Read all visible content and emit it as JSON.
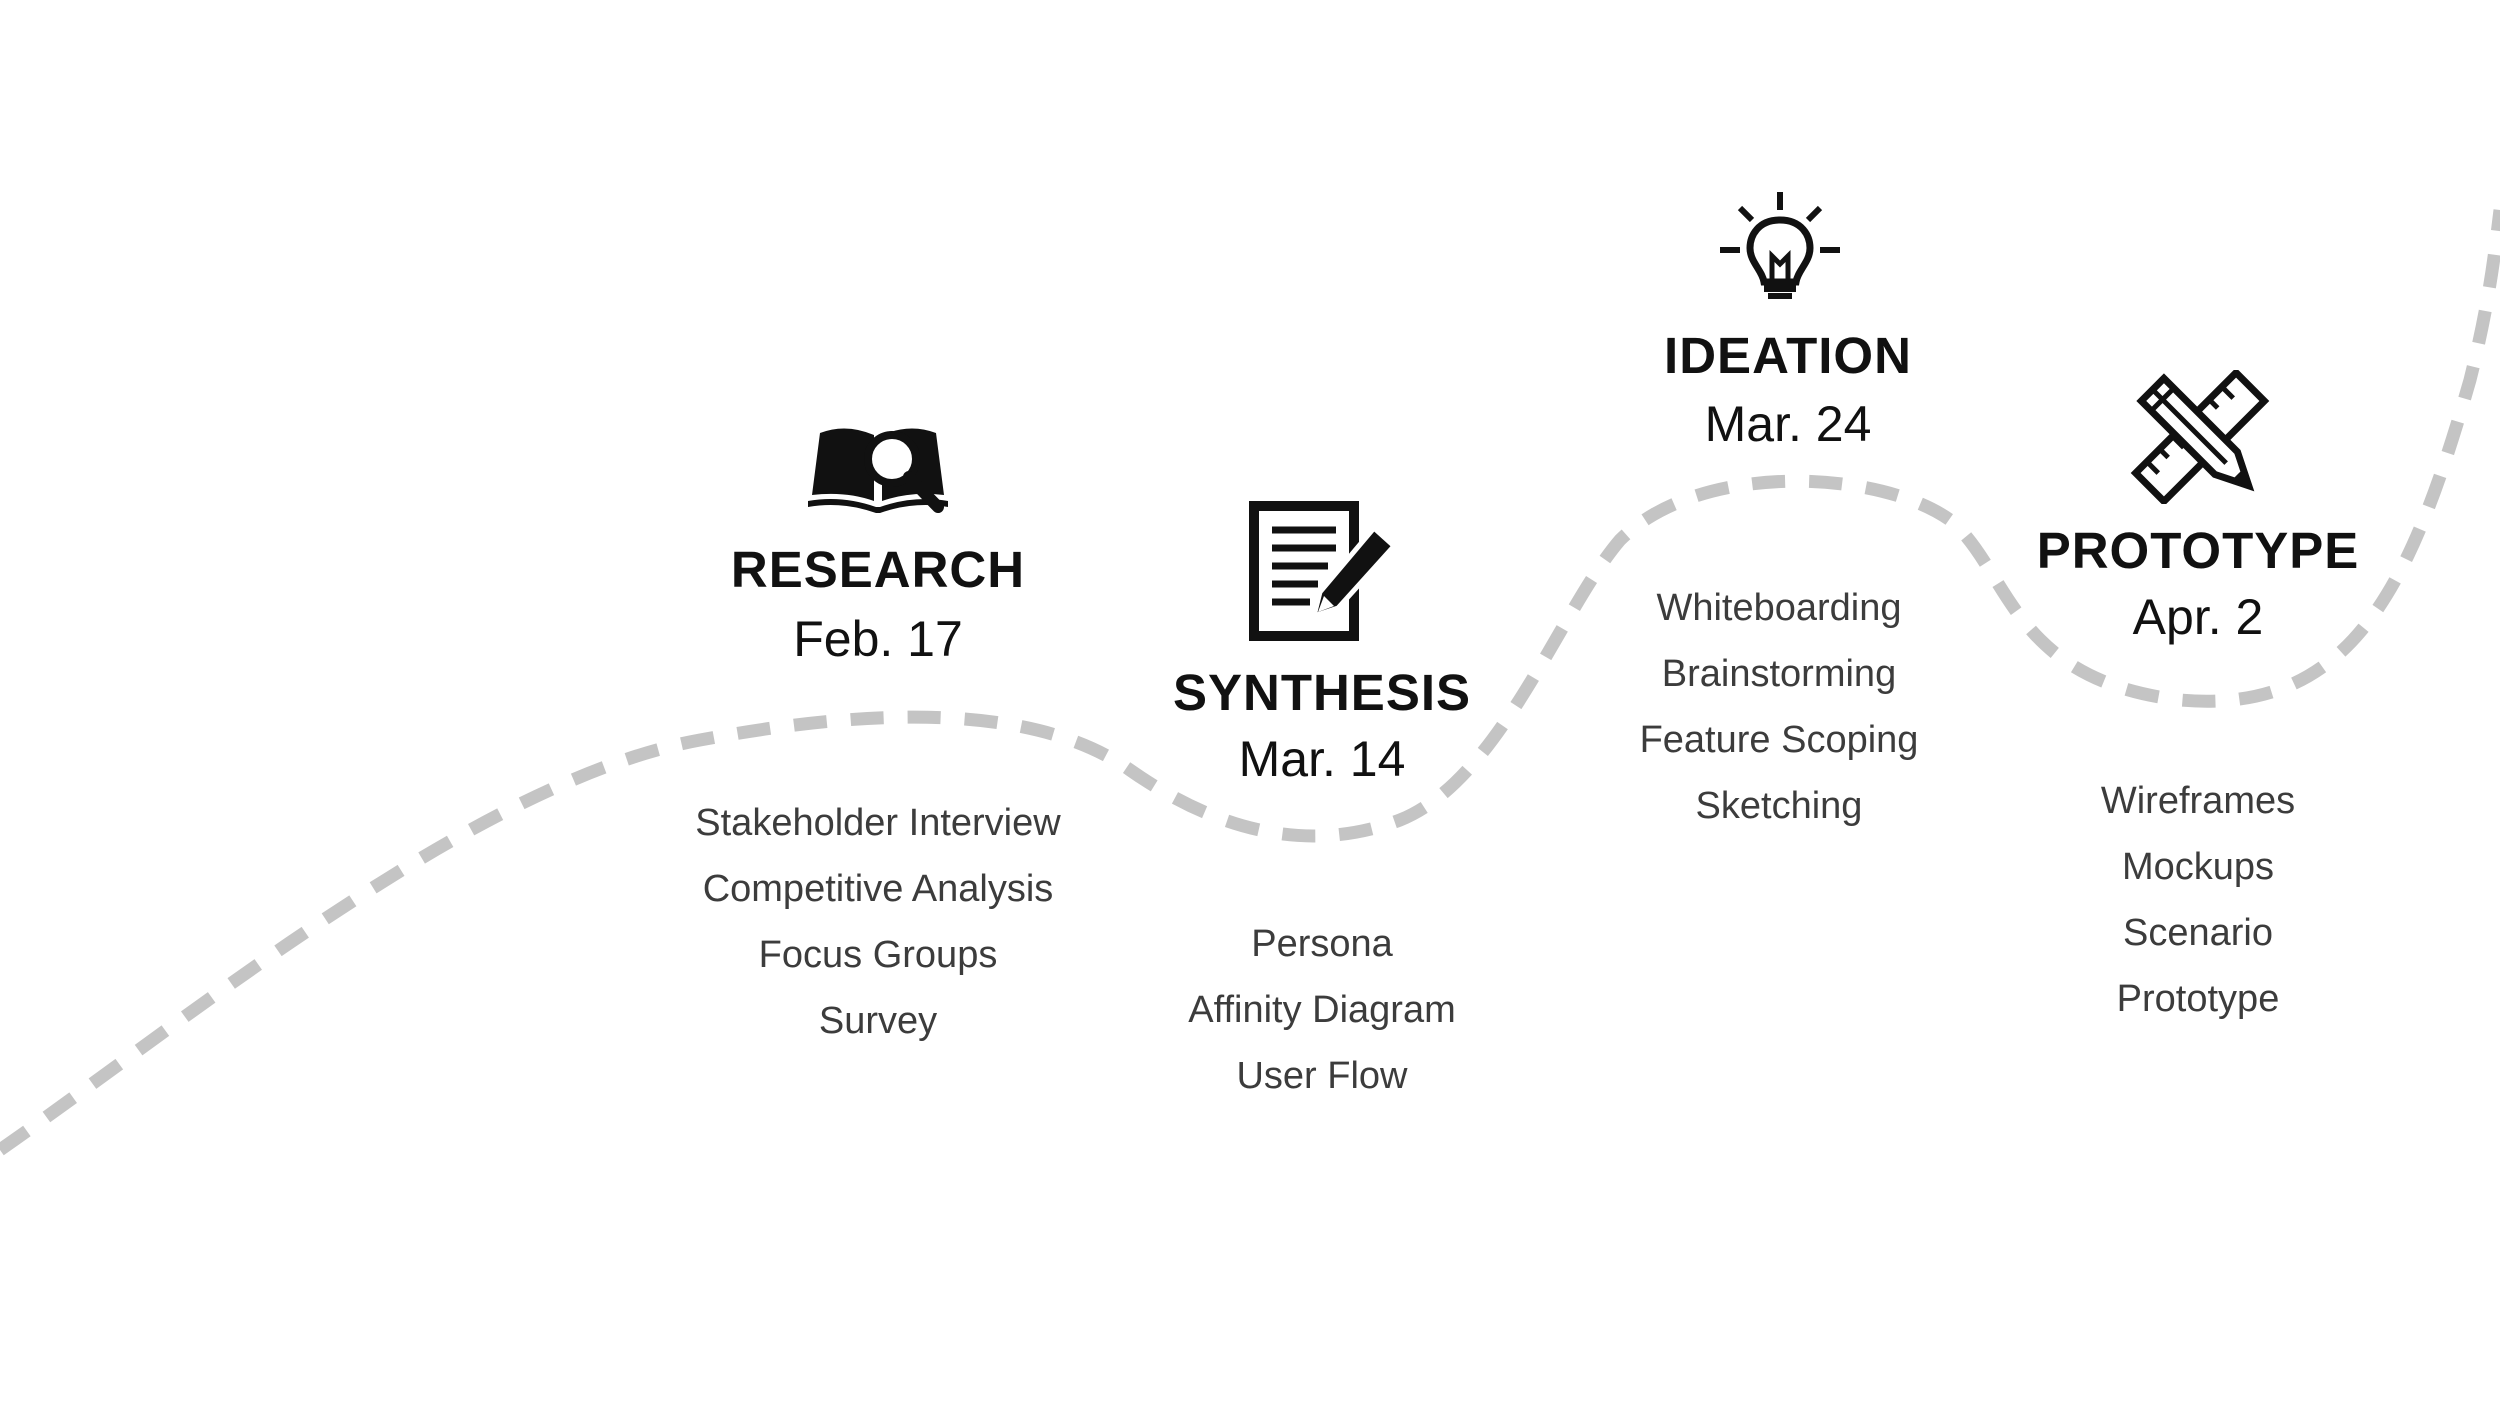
{
  "colors": {
    "path": "#c4c4c4",
    "ink": "#111111",
    "item_text": "#3c3c3c"
  },
  "stages": [
    {
      "icon": "book-search-icon",
      "title": "RESEARCH",
      "date": "Feb. 17",
      "items": [
        "Stakeholder Interview",
        "Competitive Analysis",
        "Focus Groups",
        "Survey"
      ]
    },
    {
      "icon": "document-pencil-icon",
      "title": "SYNTHESIS",
      "date": "Mar. 14",
      "items": [
        "Persona",
        "Affinity Diagram",
        "User Flow"
      ]
    },
    {
      "icon": "lightbulb-icon",
      "title": "IDEATION",
      "date": "Mar. 24",
      "items": [
        "Whiteboarding",
        "Brainstorming",
        "Feature Scoping",
        "Sketching"
      ]
    },
    {
      "icon": "pencil-ruler-icon",
      "title": "PROTOTYPE",
      "date": "Apr. 2",
      "items": [
        "Wireframes",
        "Mockups",
        "Scenario",
        "Prototype"
      ]
    }
  ]
}
